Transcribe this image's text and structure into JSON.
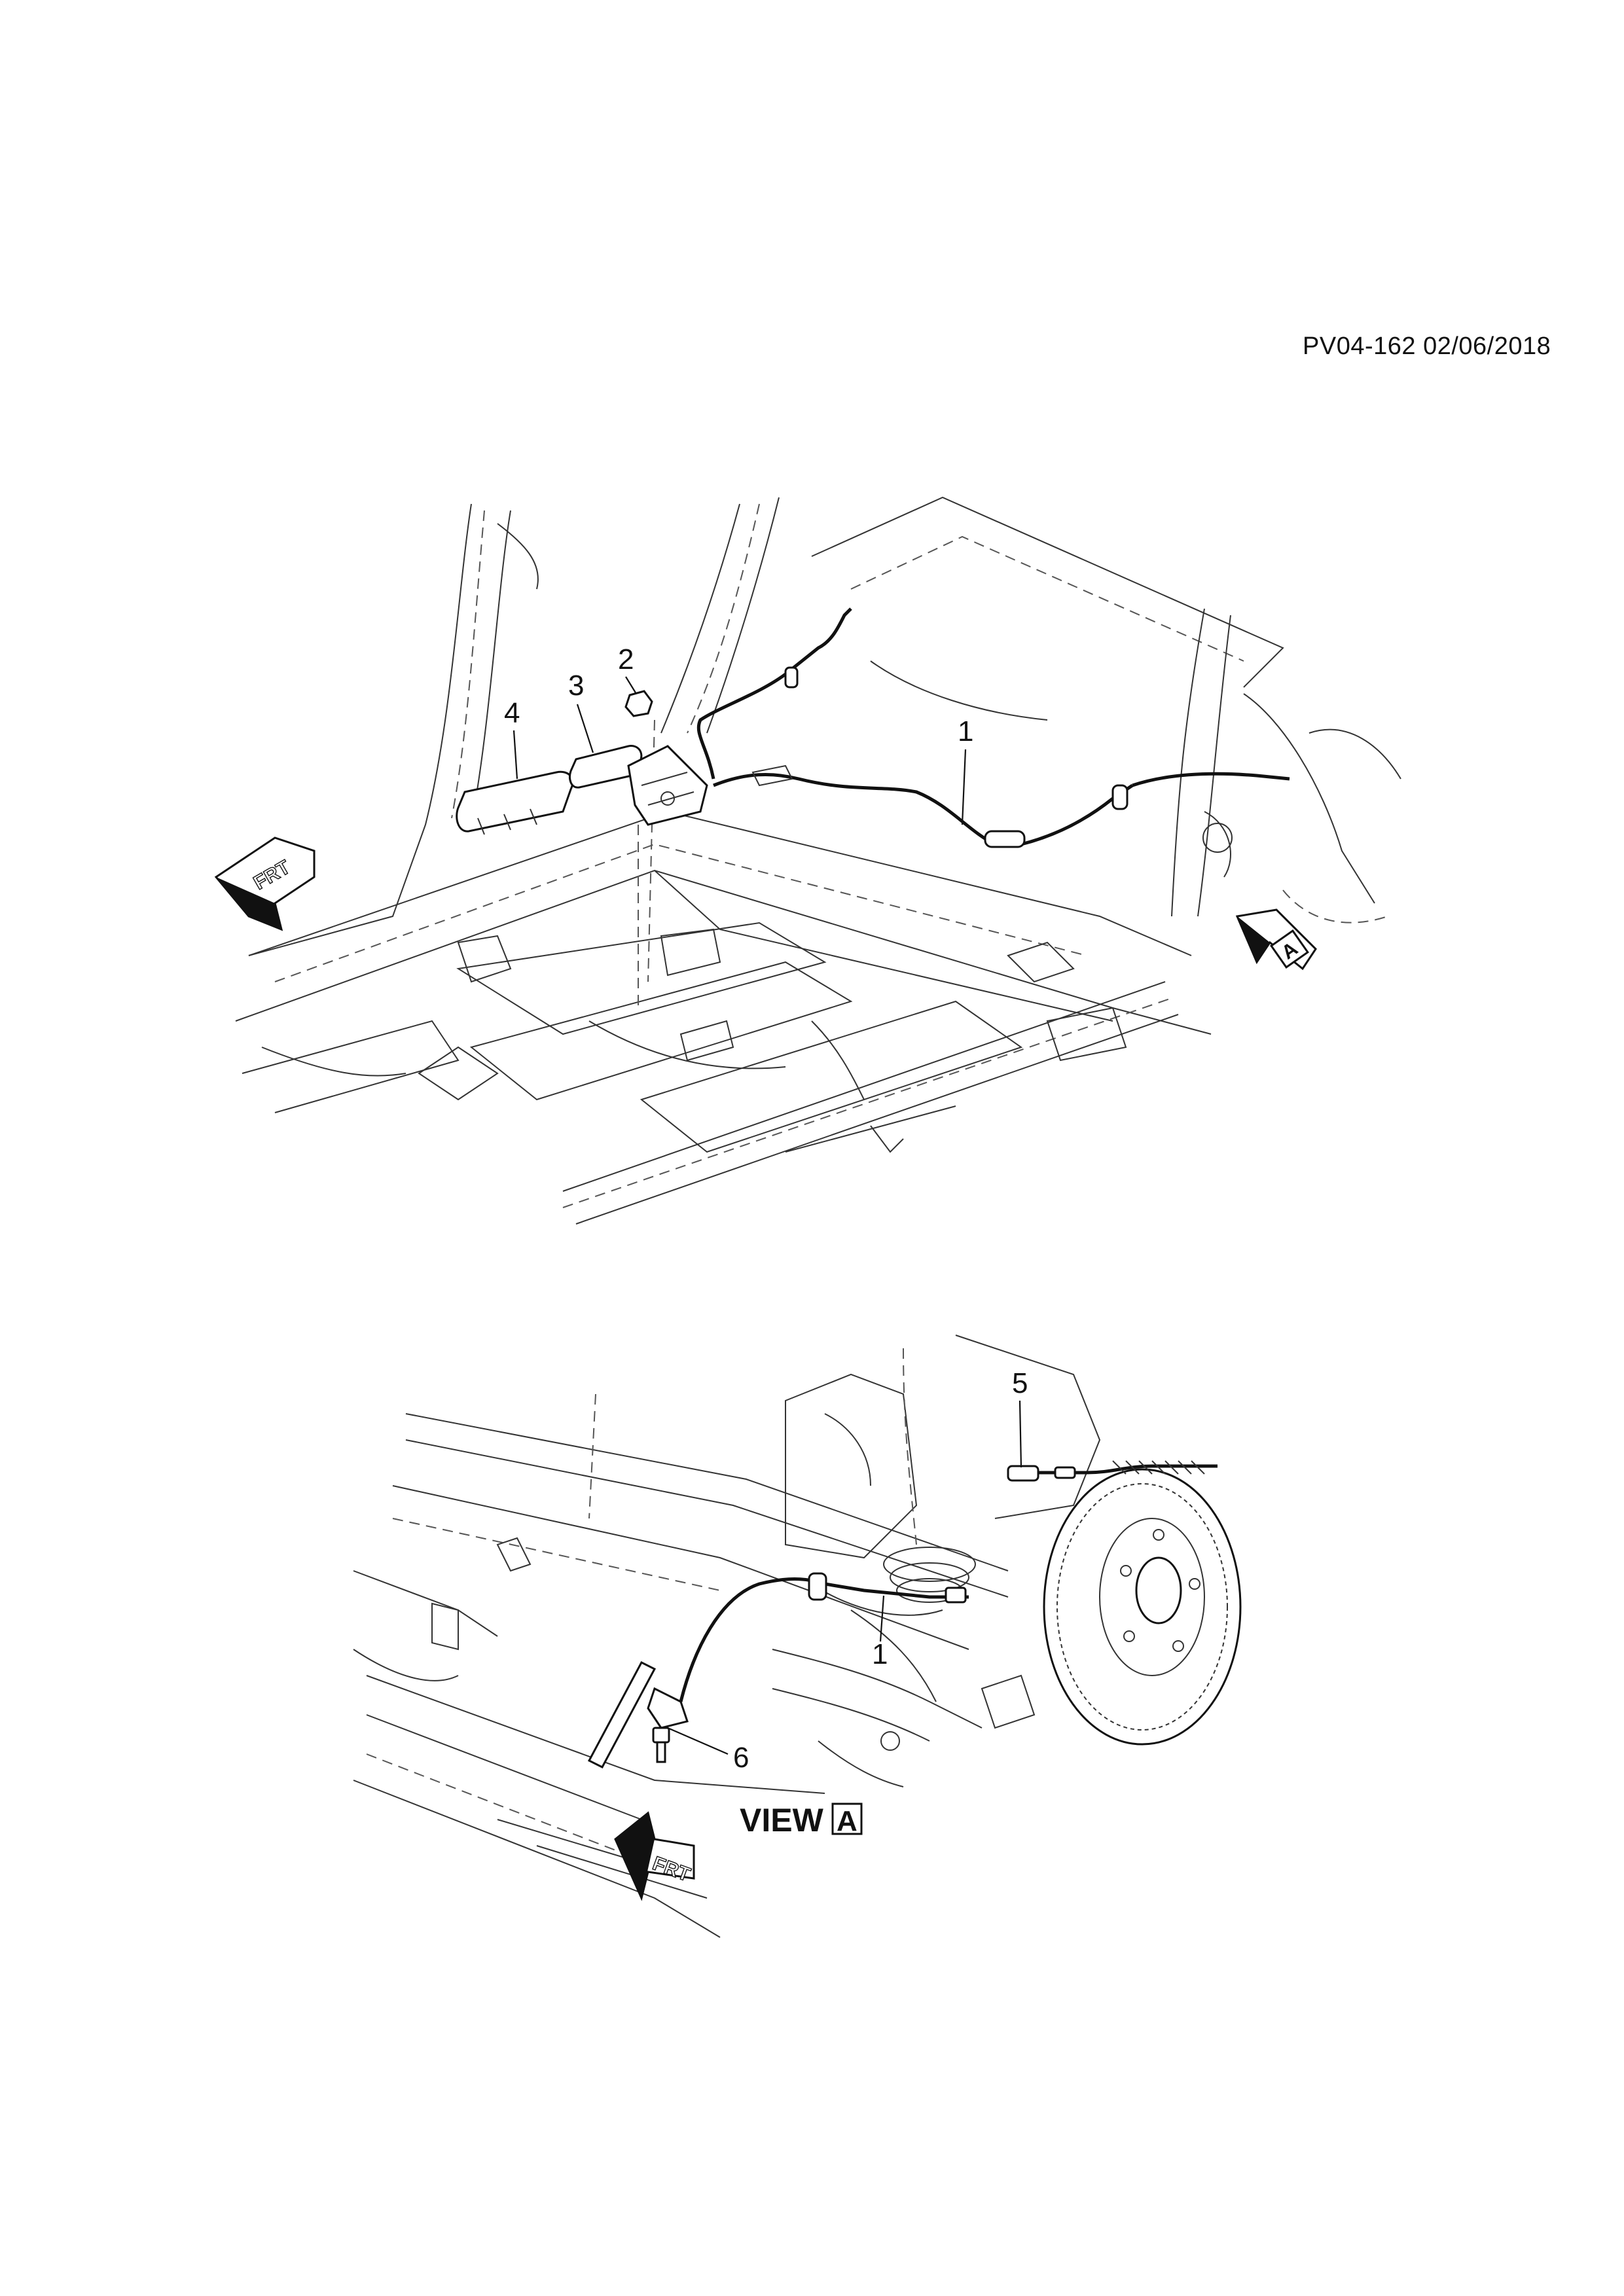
{
  "header": {
    "code": "PV04-162 02/06/2018"
  },
  "callouts": {
    "c1_top": "1",
    "c2": "2",
    "c3": "3",
    "c4": "4",
    "c5": "5",
    "c1_bottom": "1",
    "c6": "6"
  },
  "view": {
    "label": "VIEW",
    "letter": "A"
  },
  "arrows": {
    "frt_top": "FRT",
    "view_a_arrow": "A",
    "frt_bottom": "FRT"
  }
}
